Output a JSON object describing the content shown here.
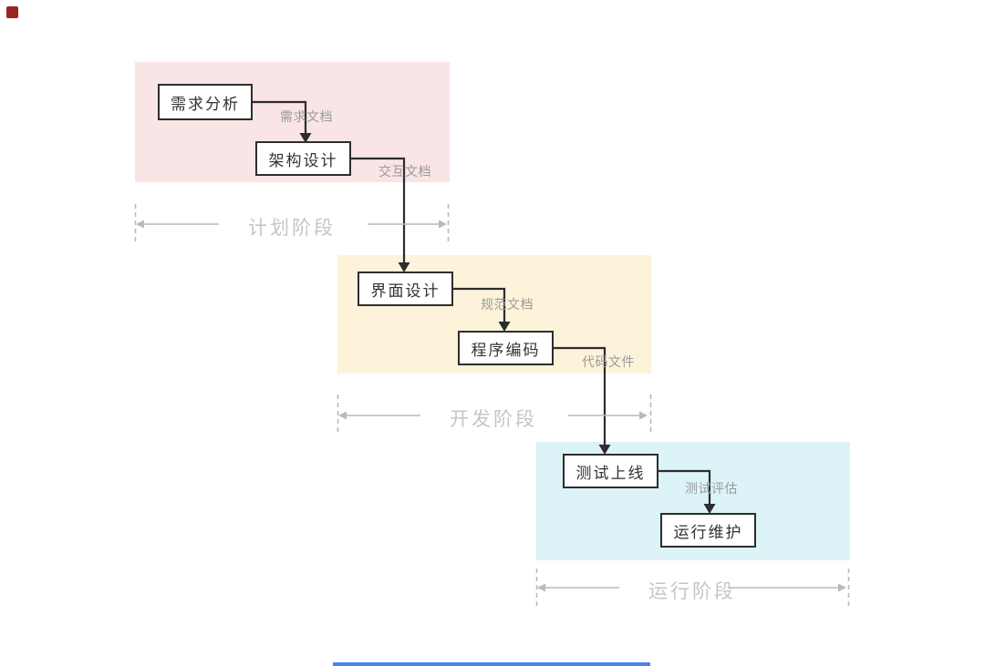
{
  "diagram_title": "软件开发瀑布流程图",
  "colors": {
    "planning_region_bg": "#f9e4e6",
    "development_region_bg": "#fcf3da",
    "operation_region_bg": "#dcf3f8",
    "node_border": "#2d2d2d",
    "node_text": "#333333",
    "flow_label_text": "#9a9a9a",
    "phase_label_text": "#c6c6c6",
    "phase_line": "#b9b9b9",
    "connector_line": "#2d2d2d",
    "corner_marker": "#9c2420",
    "bottom_bar": "#4a86e8"
  },
  "nodes": [
    {
      "label": "需求分析"
    },
    {
      "label": "架构设计"
    },
    {
      "label": "界面设计"
    },
    {
      "label": "程序编码"
    },
    {
      "label": "测试上线"
    },
    {
      "label": "运行维护"
    }
  ],
  "flow_labels": [
    {
      "label": "需求文档"
    },
    {
      "label": "交互文档"
    },
    {
      "label": "规范文档"
    },
    {
      "label": "代码文件"
    },
    {
      "label": "测试评估"
    }
  ],
  "phases": [
    {
      "label": "计划阶段"
    },
    {
      "label": "开发阶段"
    },
    {
      "label": "运行阶段"
    }
  ]
}
